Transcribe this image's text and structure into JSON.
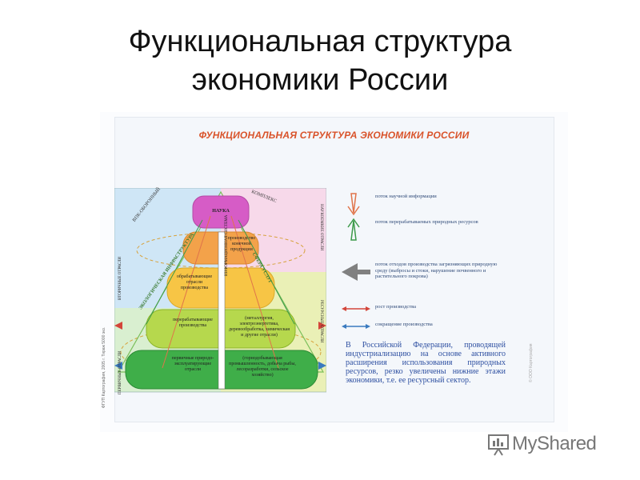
{
  "slide": {
    "title_line1": "Функциональная структура",
    "title_line2": "экономики России"
  },
  "poster": {
    "title": "ФУНКЦИОНАЛЬНАЯ СТРУКТУРА ЭКОНОМИКИ РОССИИ",
    "side_text": "ФГУП Картография, 2005 г. Тираж 5000 экз.",
    "pyramid": {
      "top_label_left": "ВПК-ОБОРОННЫЙ",
      "top_label_right": "КОМПЛЕКС",
      "tiers": [
        {
          "label": "НАУКА"
        },
        {
          "label": "производство конечной продукции"
        },
        {
          "label": "обрабатывающие отрасли производства"
        },
        {
          "label": "перерабатывающие производства",
          "note": "(металлургия, электроэнергетика, деревообработка, химическая и другие отрасли)"
        },
        {
          "label": "первичные природо-эксплуатирующие отрасли",
          "note": "(горнодобывающая промышленность, добыча рыбы, лесоразработки, сельское хозяйство)"
        }
      ],
      "diagonal_left": "ЭКОЛОГИЧЕСКАЯ ИНФРАСТРУКТУРА",
      "diagonal_right": "СФЕРА УСЛУГ",
      "center_column": "ИНФОРМАЦИОННАЯ СИСТЕМА",
      "left_labels": [
        "ВТОРИЧНЫЕ ОТРАСЛИ",
        "ПЕРВИЧНЫЕ ОТРАСЛИ"
      ],
      "right_labels": [
        "НАУКОЕМКИЕ ОТРАСЛИ",
        "РЕСУРСНЫЕ ОТРАСЛИ"
      ]
    },
    "legend": [
      {
        "text": "поток научной информации",
        "color": "#e0744a"
      },
      {
        "text": "поток перерабатываемых природных ресурсов",
        "color": "#3d9a4a"
      },
      {
        "text": "поток отходов производства загрязняющих природную среду (выбросы и стоки, нарушение почвенного и растительного покрова)",
        "color": "#808080"
      },
      {
        "text": "рост производства",
        "color": "#d3453a"
      },
      {
        "text": "сокращение производства",
        "color": "#3a7abf"
      }
    ],
    "summary": "В Российской Федерации, проводящей индустриализацию на основе активного расширения использования природных ресурсов, резко увеличены нижние этажи экономики, т.е. ее ресурсный сектор.",
    "copyright": "© ООО Картография"
  },
  "watermark": {
    "text": "MyShared"
  },
  "colors": {
    "nauka": "#d65cc6",
    "tier2": "#f3a24a",
    "tier3": "#f7c545",
    "tier4": "#b6d84d",
    "tier5": "#3fae49",
    "left_bg": "#cfe6f6",
    "right_bg": "#f7d9ea",
    "lower_right_bg": "#eaf0b6"
  }
}
